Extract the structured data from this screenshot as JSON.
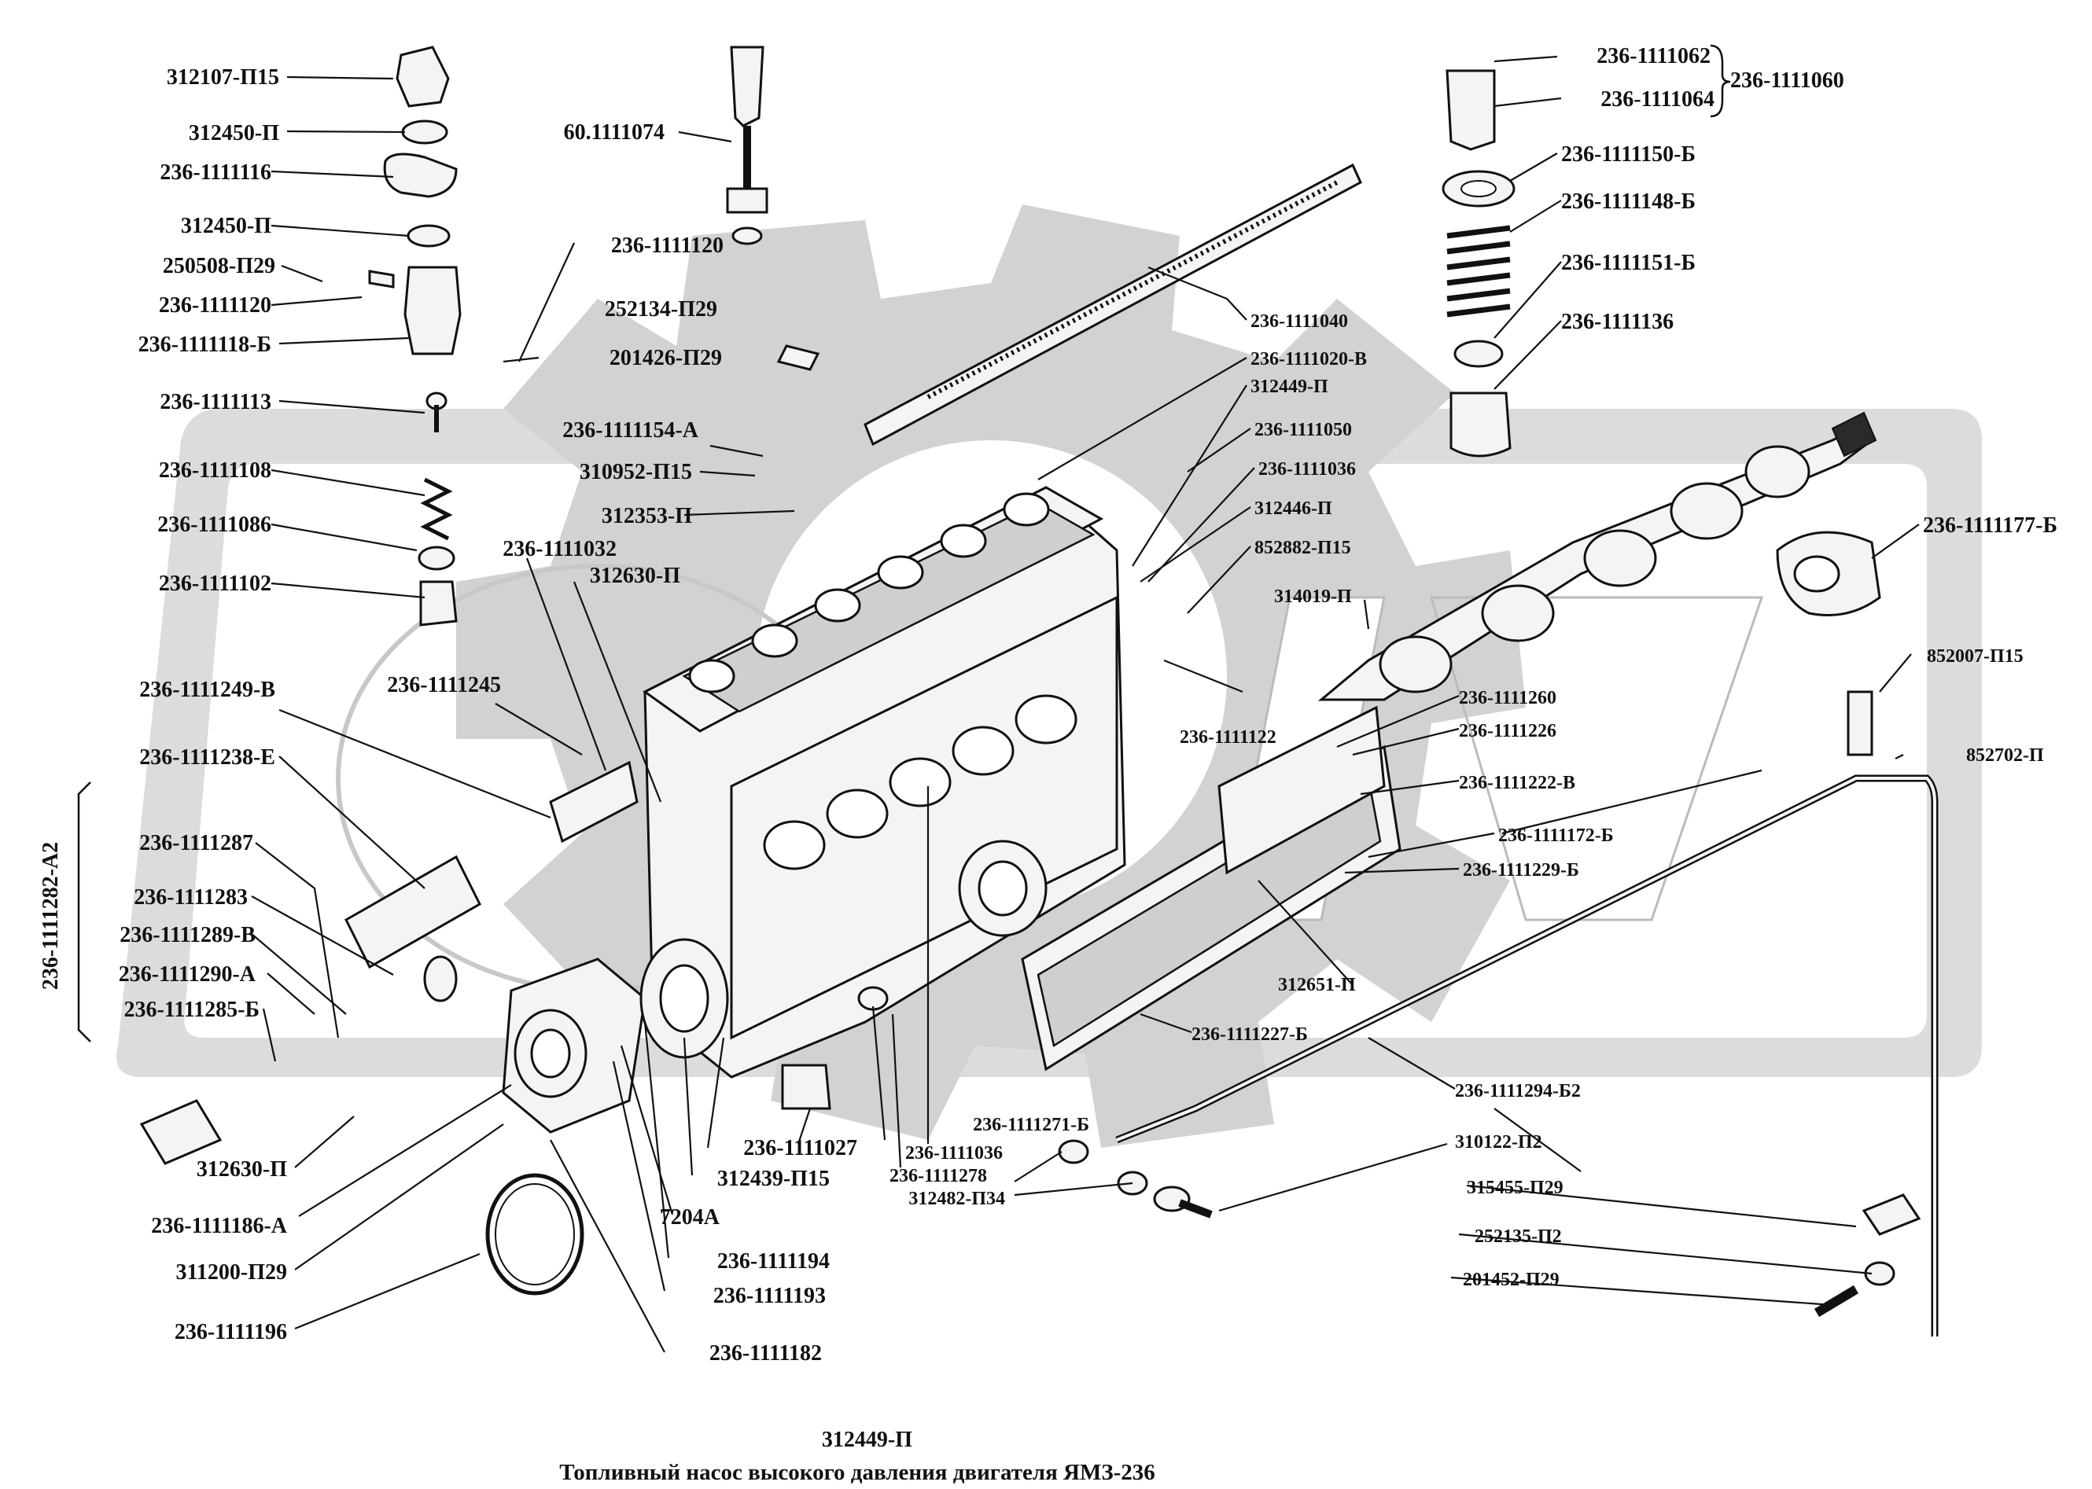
{
  "caption": "Топливный насос высокого давления  двигателя ЯМЗ-236",
  "labels": {
    "l01": "312107-П15",
    "l02": "312450-П",
    "l03": "236-1111116",
    "l04": "312450-П",
    "l05": "250508-П29",
    "l06": "236-1111120",
    "l07": "236-1111118-Б",
    "l08": "236-1111113",
    "l09": "236-1111108",
    "l10": "236-1111086",
    "l11": "236-1111102",
    "l12": "60.1111074",
    "l13": "236-1111120",
    "l14": "252134-П29",
    "l15": "201426-П29",
    "l16": "236-1111154-А",
    "l17": "310952-П15",
    "l18": "312353-П",
    "l19": "236-1111032",
    "l20": "312630-П",
    "l21": "236-1111245",
    "l22": "236-1111249-В",
    "l23": "236-1111238-Е",
    "l24": "236-1111287",
    "l25": "236-1111283",
    "l26": "236-1111289-В",
    "l27": "236-1111290-А",
    "l28": "236-1111285-Б",
    "l29": "236-1111282-А2",
    "l30": "312630-П",
    "l31": "236-1111186-А",
    "l32": "311200-П29",
    "l33": "236-1111196",
    "l34": "236-1111182",
    "l35": "236-1111193",
    "l36": "236-1111194",
    "l37": "7204А",
    "l38": "312439-П15",
    "l39": "236-1111027",
    "l40": "312449-П",
    "l41": "236-1111278",
    "l42": "236-1111036",
    "l43": "236-1111271-Б",
    "l44": "312482-П34",
    "l45": "236-1111062",
    "l46": "236-1111064",
    "l47": "236-1111060",
    "l48": "236-1111150-Б",
    "l49": "236-1111148-Б",
    "l50": "236-1111151-Б",
    "l51": "236-1111136",
    "l52": "236-1111040",
    "l53": "236-1111020-В",
    "l54": "312449-П",
    "l55": "236-1111050",
    "l56": "236-1111036",
    "l57": "312446-П",
    "l58": "852882-П15",
    "l59": "314019-П",
    "l60": "236-1111122",
    "l61": "236-1111177-Б",
    "l62": "852007-П15",
    "l63": "852702-П",
    "l64": "236-1111260",
    "l65": "236-1111226",
    "l66": "236-1111222-В",
    "l67": "236-1111172-Б",
    "l68": "236-1111229-Б",
    "l69": "312651-П",
    "l70": "236-1111227-Б",
    "l71": "236-1111294-Б2",
    "l72": "310122-П2",
    "l73": "315455-П29",
    "l74": "252135-П2",
    "l75": "201452-П29"
  }
}
